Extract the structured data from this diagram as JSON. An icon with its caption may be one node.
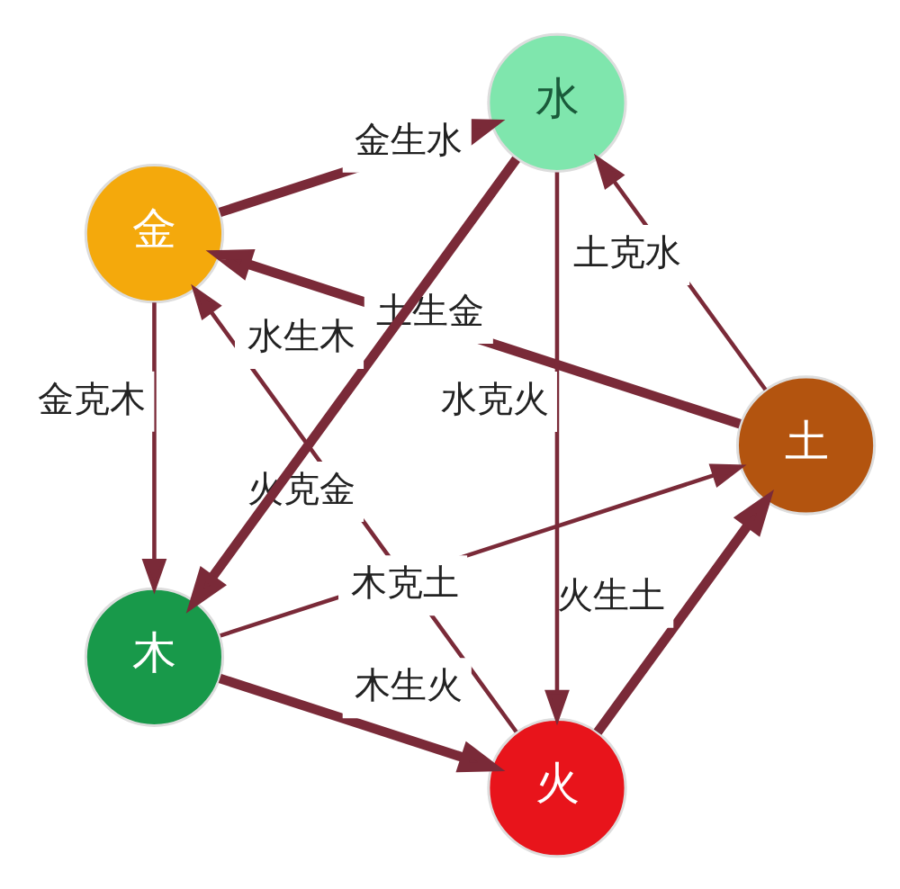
{
  "diagram": {
    "nodes": [
      {
        "text": [
          "火"
        ]
      },
      {
        "text": [
          "土"
        ]
      },
      {
        "text": [
          "金"
        ]
      },
      {
        "text": [
          "水"
        ]
      },
      {
        "text": [
          "木"
        ]
      }
    ],
    "edges": [
      {
        "from": 4,
        "to": 0,
        "arrow": "to",
        "label": "木生火",
        "style": "thick"
      },
      {
        "from": 0,
        "to": 1,
        "arrow": "to",
        "label": "火生土",
        "style": "thick"
      },
      {
        "from": 1,
        "to": 2,
        "arrow": "to",
        "label": "土生金",
        "style": "thick"
      },
      {
        "from": 2,
        "to": 3,
        "arrow": "to",
        "label": "金生水",
        "style": "thick"
      },
      {
        "from": 3,
        "to": 4,
        "arrow": "to",
        "label": "水生木",
        "style": "thick"
      },
      {
        "from": 4,
        "to": 1,
        "arrow": "to",
        "label": "木克土"
      },
      {
        "from": 0,
        "to": 2,
        "arrow": "to",
        "label": "火克金"
      },
      {
        "from": 1,
        "to": 3,
        "arrow": "to",
        "label": "土克水"
      },
      {
        "from": 2,
        "to": 4,
        "arrow": "to",
        "label": "金克木"
      },
      {
        "from": 3,
        "to": 0,
        "arrow": "to",
        "label": "水克火"
      }
    ]
  }
}
